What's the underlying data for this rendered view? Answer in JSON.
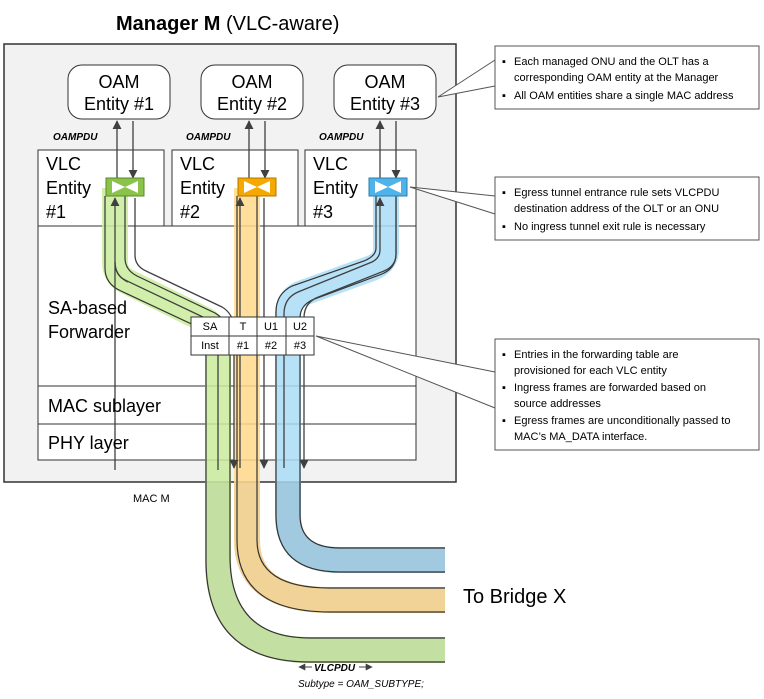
{
  "title": {
    "bold": "Manager M",
    "rest": " (VLC-aware)"
  },
  "oam_entities": [
    {
      "line1": "OAM",
      "line2": "Entity #1"
    },
    {
      "line1": "OAM",
      "line2": "Entity #2"
    },
    {
      "line1": "OAM",
      "line2": "Entity #3"
    }
  ],
  "oampdu_label": "OAMPDU",
  "vlc_entities": [
    {
      "l1": "VLC",
      "l2": "Entity",
      "l3": "#1"
    },
    {
      "l1": "VLC",
      "l2": "Entity",
      "l3": "#2"
    },
    {
      "l1": "VLC",
      "l2": "Entity",
      "l3": "#3"
    }
  ],
  "forwarder": {
    "line1": "SA-based",
    "line2": "Forwarder"
  },
  "table": {
    "row1": [
      "SA",
      "T",
      "U1",
      "U2"
    ],
    "row2": [
      "Inst",
      "#1",
      "#2",
      "#3"
    ]
  },
  "mac_sublayer": "MAC sublayer",
  "phy_layer": "PHY layer",
  "mac_m": "MAC M",
  "to_bridge": "To Bridge X",
  "vlcpdu": {
    "label": "VLCPDU",
    "subtype": "Subtype = OAM_SUBTYPE;"
  },
  "notes": [
    [
      "Each managed ONU and the OLT has a",
      "corresponding OAM entity at the Manager",
      "All OAM entities share a single MAC address"
    ],
    [
      "Egress tunnel entrance rule sets VLCPDU",
      "destination address of the OLT or an ONU",
      "No ingress tunnel exit rule is necessary"
    ],
    [
      "Entries in the forwarding table are",
      "provisioned for each VLC entity",
      "Ingress frames are forwarded based on",
      "source addresses",
      "Egress frames are unconditionally passed to",
      "MAC’s MA_DATA interface."
    ]
  ],
  "colors": {
    "green": "#c9ec9c",
    "green_dark": "#b8d49a",
    "orange": "#ffd98a",
    "orange_dark": "#e8c893",
    "blue": "#a9dcf6",
    "blue_dark": "#8fb8cf",
    "tunnel_green": "#8bc34a",
    "tunnel_orange": "#f5a800",
    "tunnel_blue": "#4fb3ea",
    "manager_fill": "#f2f2f2",
    "line": "#333333"
  }
}
